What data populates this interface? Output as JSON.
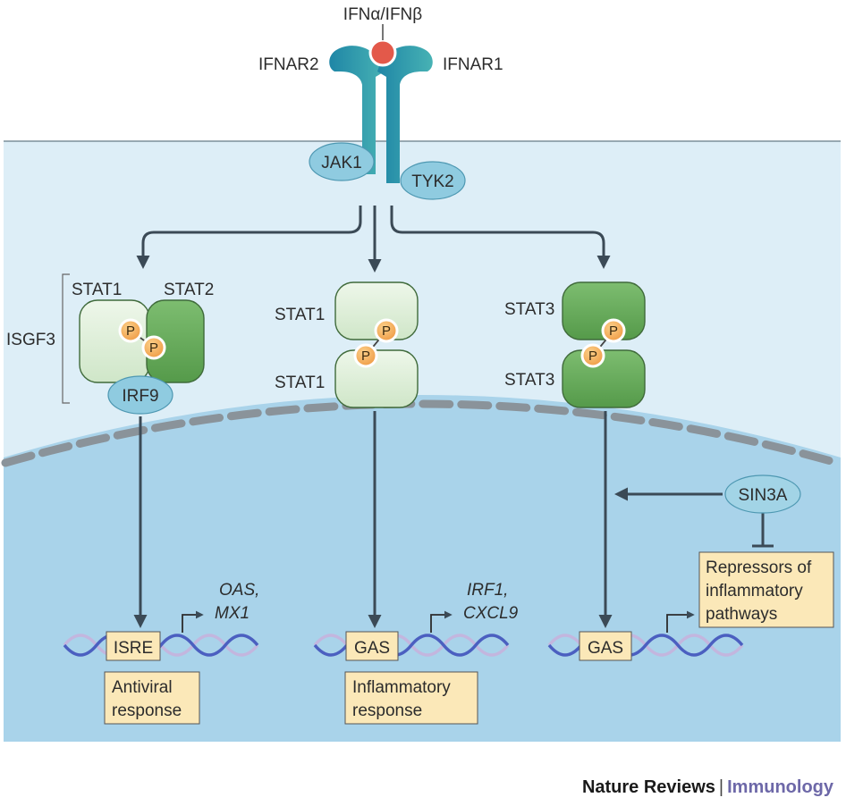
{
  "ligand": "IFNα/IFNβ",
  "receptor_left": "IFNAR2",
  "receptor_right": "IFNAR1",
  "kinase_left": "JAK1",
  "kinase_right": "TYK2",
  "phospho": "P",
  "complex1": {
    "stat_a": "STAT1",
    "stat_b": "STAT2",
    "group": "ISGF3",
    "irf": "IRF9"
  },
  "complex2": {
    "stat_top": "STAT1",
    "stat_bottom": "STAT1"
  },
  "complex3": {
    "stat_top": "STAT3",
    "stat_bottom": "STAT3"
  },
  "sin3a": "SIN3A",
  "repressors": {
    "line1": "Repressors of",
    "line2": "inflammatory",
    "line3": "pathways"
  },
  "promoter1": {
    "element": "ISRE",
    "gene1": "OAS,",
    "gene2": "MX1",
    "resp1": "Antiviral",
    "resp2": "response"
  },
  "promoter2": {
    "element": "GAS",
    "gene1": "IRF1,",
    "gene2": "CXCL9",
    "resp1": "Inflammatory",
    "resp2": "response"
  },
  "promoter3": {
    "element": "GAS"
  },
  "footer": {
    "journal": "Nature Reviews",
    "separator": "|",
    "subject": "Immunology"
  },
  "colors": {
    "cytoplasm": "#ddeef7",
    "nucleus": "#a9d3ea",
    "receptor": "#2e97b3",
    "ligand": "#e3594a",
    "kinase": "#8fcbe0",
    "stat_light": "#dcefd7",
    "stat_dark": "#6aad5e",
    "phospho": "#f2a552",
    "box": "#fbe8b8",
    "arrow": "#3b4a56",
    "dna": "#5c6ec4",
    "footer_accent": "#6d68a8"
  }
}
